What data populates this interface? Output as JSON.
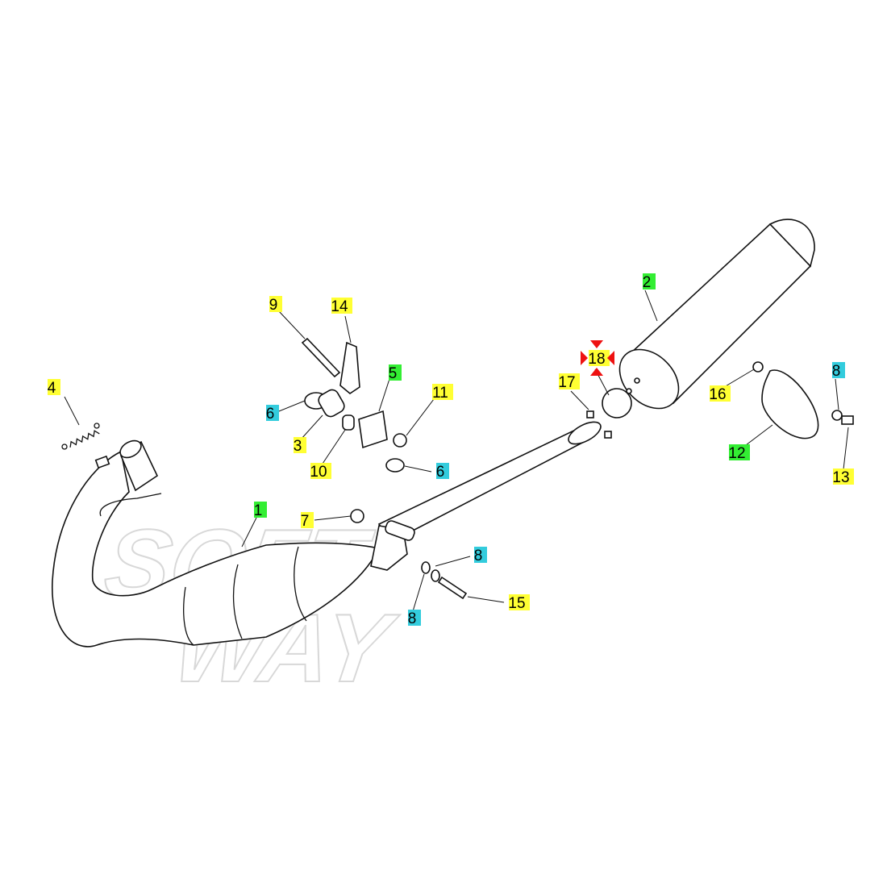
{
  "watermark": {
    "line1": "SOFT",
    "line2": "WAY"
  },
  "colors": {
    "yellow": "#ffff33",
    "green": "#33ee33",
    "cyan": "#33ccdd",
    "selection": "#ee1111"
  },
  "labels": [
    {
      "id": "1",
      "text": "1",
      "color": "green"
    },
    {
      "id": "2",
      "text": "2",
      "color": "green"
    },
    {
      "id": "3",
      "text": "3",
      "color": "yellow"
    },
    {
      "id": "4",
      "text": "4",
      "color": "yellow"
    },
    {
      "id": "5",
      "text": "5",
      "color": "green"
    },
    {
      "id": "6a",
      "text": "6",
      "color": "cyan"
    },
    {
      "id": "6b",
      "text": "6",
      "color": "cyan"
    },
    {
      "id": "7",
      "text": "7",
      "color": "yellow"
    },
    {
      "id": "8a",
      "text": "8",
      "color": "cyan"
    },
    {
      "id": "8b",
      "text": "8",
      "color": "cyan"
    },
    {
      "id": "8c",
      "text": "8",
      "color": "cyan"
    },
    {
      "id": "9",
      "text": "9",
      "color": "yellow"
    },
    {
      "id": "10",
      "text": "10",
      "color": "yellow"
    },
    {
      "id": "11",
      "text": "11",
      "color": "yellow"
    },
    {
      "id": "12",
      "text": "12",
      "color": "green"
    },
    {
      "id": "13",
      "text": "13",
      "color": "yellow"
    },
    {
      "id": "14",
      "text": "14",
      "color": "yellow"
    },
    {
      "id": "15",
      "text": "15",
      "color": "yellow"
    },
    {
      "id": "16",
      "text": "16",
      "color": "yellow"
    },
    {
      "id": "17",
      "text": "17",
      "color": "yellow"
    },
    {
      "id": "18",
      "text": "18",
      "color": "yellow",
      "selected": true
    }
  ]
}
